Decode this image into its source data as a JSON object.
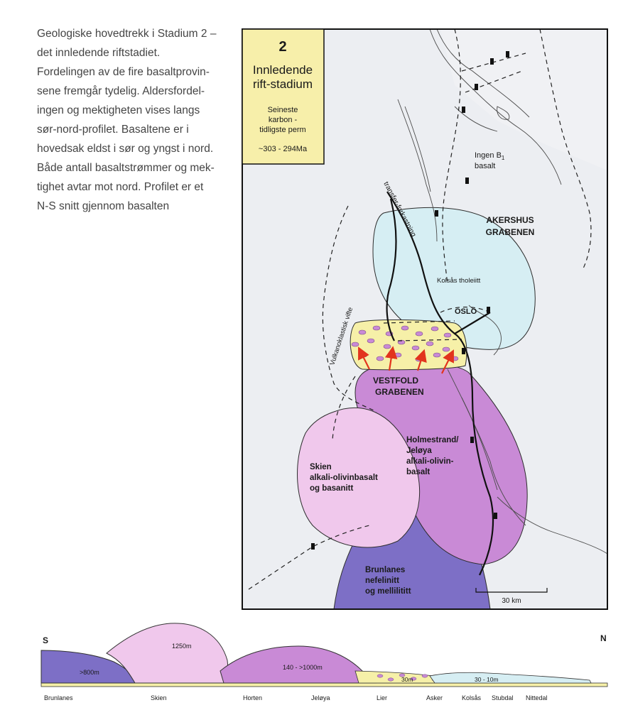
{
  "caption": {
    "lines": [
      "Geologiske hovedtrekk i Stadium 2 –",
      "det innledende riftstadiet.",
      "Fordelingen av de fire basaltprovin-",
      "sene fremgår tydelig. Aldersfordel-",
      "ingen og mektigheten vises langs",
      "sør-nord-profilet. Basaltene er i",
      "hovedsak eldst i sør og yngst i nord.",
      "Både antall basaltstrømmer og mek-",
      "tighet avtar mot nord. Profilet er et",
      "N-S snitt gjennom basalten"
    ]
  },
  "legend_box": {
    "number": "2",
    "title_1": "Innledende",
    "title_2": "rift-stadium",
    "period_1": "Seineste",
    "period_2": "karbon -",
    "period_3": "tidligste perm",
    "age": "~303 - 294Ma"
  },
  "map_labels": {
    "ingen_b1_1": "Ingen B",
    "ingen_b1_sub": "1",
    "ingen_b1_2": "basalt",
    "transfer": "transfer-forkastning",
    "akershus_1": "AKERSHUS",
    "akershus_2": "GRABENEN",
    "kolsas": "Kolsås tholeiitt",
    "oslo": "OSLO",
    "vulkano": "Vulkanoklastisk vifte",
    "vestfold_1": "VESTFOLD",
    "vestfold_2": "GRABENEN",
    "holm_1": "Holmestrand/",
    "holm_2": "Jeløya",
    "holm_3": "alkali-olivin-",
    "holm_4": "basalt",
    "skien_1": "Skien",
    "skien_2": "alkali-olivinbasalt",
    "skien_3": "og basanitt",
    "brun_1": "Brunlanes",
    "brun_2": "nefelinitt",
    "brun_3": "og mellilititt",
    "scale": "30 km"
  },
  "profile": {
    "south": "S",
    "north": "N",
    "thickness": {
      "brunlanes": ">800m",
      "skien": "1250m",
      "horten": "140 - >1000m",
      "lier": "30m",
      "kolsas": "30 - 10m"
    },
    "localities": [
      "Brunlanes",
      "Skien",
      "Horten",
      "Jeløya",
      "Lier",
      "Asker",
      "Kolsås",
      "Stubdal",
      "Nittedal"
    ]
  },
  "colors": {
    "brunlanes": "#7d6fc6",
    "skien": "#f0c8ec",
    "holmestrand": "#c98ad6",
    "kolsas": "#d6eef3",
    "vulkano": "#f6f0a8",
    "legend": "#f7efaa",
    "land": "#f0f1f4"
  }
}
